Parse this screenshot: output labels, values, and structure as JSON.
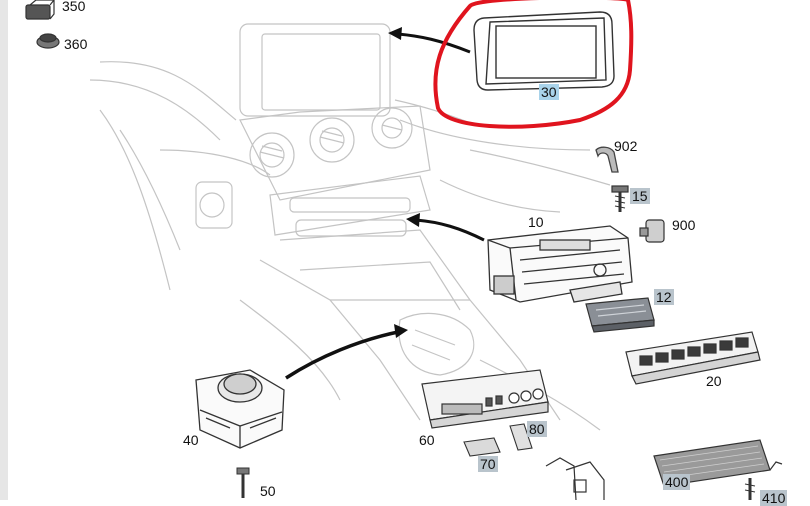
{
  "diagram": {
    "parts": [
      {
        "id": "350",
        "label": "350",
        "highlight": false
      },
      {
        "id": "360",
        "label": "360",
        "highlight": false
      },
      {
        "id": "30",
        "label": "30",
        "highlight": true,
        "highlight_color": "#a9d3ea"
      },
      {
        "id": "902",
        "label": "902",
        "highlight": false
      },
      {
        "id": "15",
        "label": "15",
        "highlight": true
      },
      {
        "id": "10",
        "label": "10",
        "highlight": false
      },
      {
        "id": "900",
        "label": "900",
        "highlight": false
      },
      {
        "id": "12",
        "label": "12",
        "highlight": true
      },
      {
        "id": "20",
        "label": "20",
        "highlight": false
      },
      {
        "id": "40",
        "label": "40",
        "highlight": false
      },
      {
        "id": "60",
        "label": "60",
        "highlight": false
      },
      {
        "id": "80",
        "label": "80",
        "highlight": true
      },
      {
        "id": "70",
        "label": "70",
        "highlight": true
      },
      {
        "id": "400",
        "label": "400",
        "highlight": true
      },
      {
        "id": "50",
        "label": "50",
        "highlight": false
      },
      {
        "id": "410",
        "label": "410",
        "highlight": true
      }
    ],
    "annotation": {
      "shape": "freehand-circle",
      "color": "#e0141e",
      "target_part": "30"
    },
    "colors": {
      "line_art": "#bdbdbd",
      "part_line": "#333333",
      "label_highlight": "#b9c4cc",
      "selected_highlight": "#a9d3ea"
    }
  }
}
